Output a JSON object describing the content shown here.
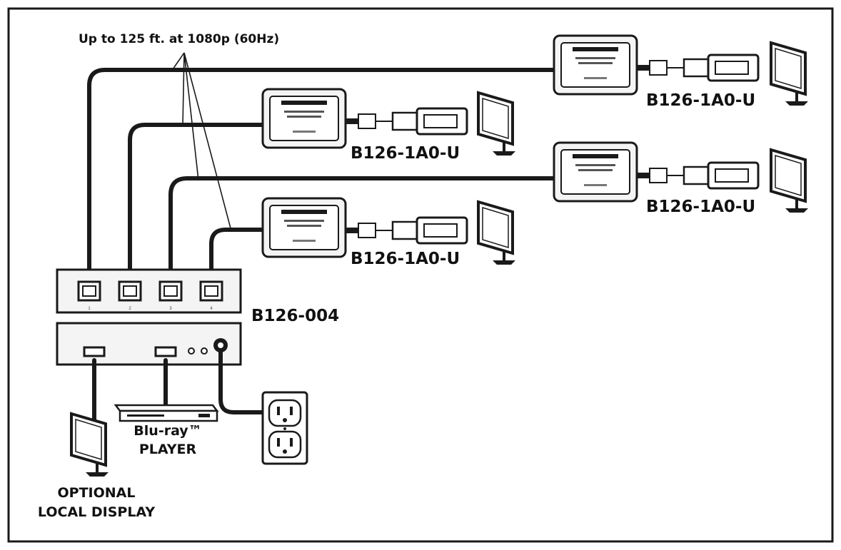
{
  "diagram": {
    "cable_note": "Up to 125 ft. at 1080p (60Hz)",
    "splitter_model": "B126-004",
    "receivers": [
      {
        "model": "B126-1A0-U"
      },
      {
        "model": "B126-1A0-U"
      },
      {
        "model": "B126-1A0-U"
      },
      {
        "model": "B126-1A0-U"
      }
    ],
    "source_label_line1": "Blu-ray™",
    "source_label_line2": "PLAYER",
    "local_display_line1": "OPTIONAL",
    "local_display_line2": "LOCAL DISPLAY"
  }
}
